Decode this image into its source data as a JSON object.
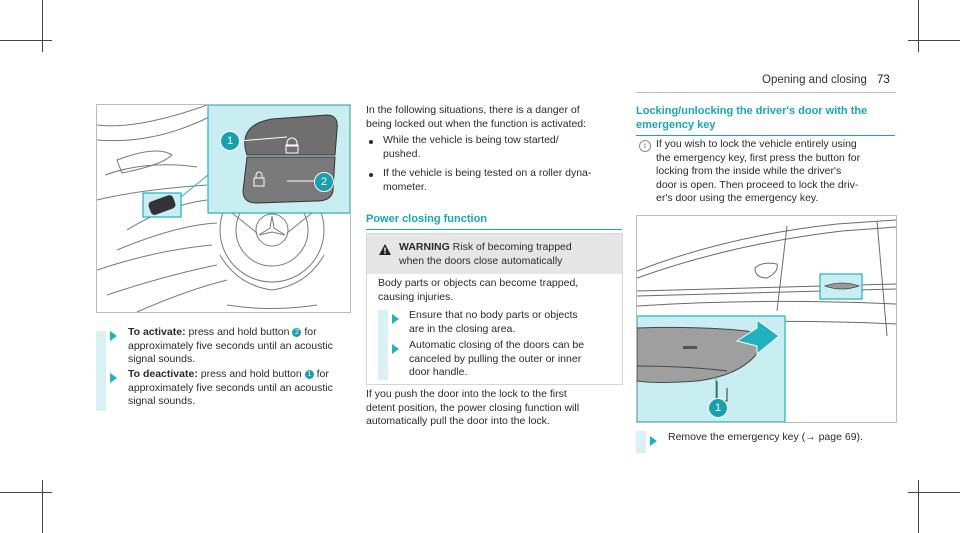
{
  "page": {
    "header_title": "Opening and closing",
    "page_number": "73"
  },
  "figure_left": {
    "callout_1": "1",
    "callout_2": "2"
  },
  "col1": {
    "activate_label": "To activate:",
    "activate_line1_rest": "press and hold button",
    "activate_btn": "2",
    "activate_for": "for",
    "activate_line2": "approximately five seconds until an acoustic",
    "activate_line3": "signal sounds.",
    "deactivate_label": "To deactivate:",
    "deactivate_line1_rest": "press and hold button",
    "deactivate_btn": "1",
    "deactivate_for": "for",
    "deactivate_line2": "approximately five seconds until an acoustic",
    "deactivate_line3": "signal sounds."
  },
  "col2": {
    "intro_line1": "In the following situations, there is a danger of",
    "intro_line2": "being locked out when the function is activated:",
    "bullet1_line1": "While the vehicle is being tow started/",
    "bullet1_line2": "pushed.",
    "bullet2_line1": "If the vehicle is being tested on a roller dyna-",
    "bullet2_line2": "mometer.",
    "section_title": "Power closing function",
    "warning_word": "WARNING",
    "warning_title_rest": "Risk of becoming trapped",
    "warning_title_line2": "when the doors close automatically",
    "warning_body_line1": "Body parts or objects can become trapped,",
    "warning_body_line2": "causing injuries.",
    "warning_step1_line1": "Ensure that no body parts or objects",
    "warning_step1_line2": "are in the closing area.",
    "warning_step2_line1": "Automatic closing of the doors can be",
    "warning_step2_line2": "canceled by pulling the outer or inner",
    "warning_step2_line3": "door handle.",
    "outro_line1": "If you push the door into the lock to the first",
    "outro_line2": "detent position, the power closing function will",
    "outro_line3": "automatically pull the door into the lock."
  },
  "col3": {
    "heading_line1": "Locking/unlocking the driver's door with the",
    "heading_line2": "emergency key",
    "info_line1": "If you wish to lock the vehicle entirely using",
    "info_line2": "the emergency key, first press the button for",
    "info_line3": "locking from the inside while the driver's",
    "info_line4": "door is open. Then proceed to lock the driv-",
    "info_line5": "er's door using the emergency key.",
    "figure_callout": "1",
    "step_text": "Remove the emergency key (",
    "step_arrow": "→",
    "step_page": " page 69)."
  },
  "colors": {
    "accent": "#19a6b8",
    "accent_light": "#d9f1f4",
    "figure_bg": "#ffffff"
  }
}
